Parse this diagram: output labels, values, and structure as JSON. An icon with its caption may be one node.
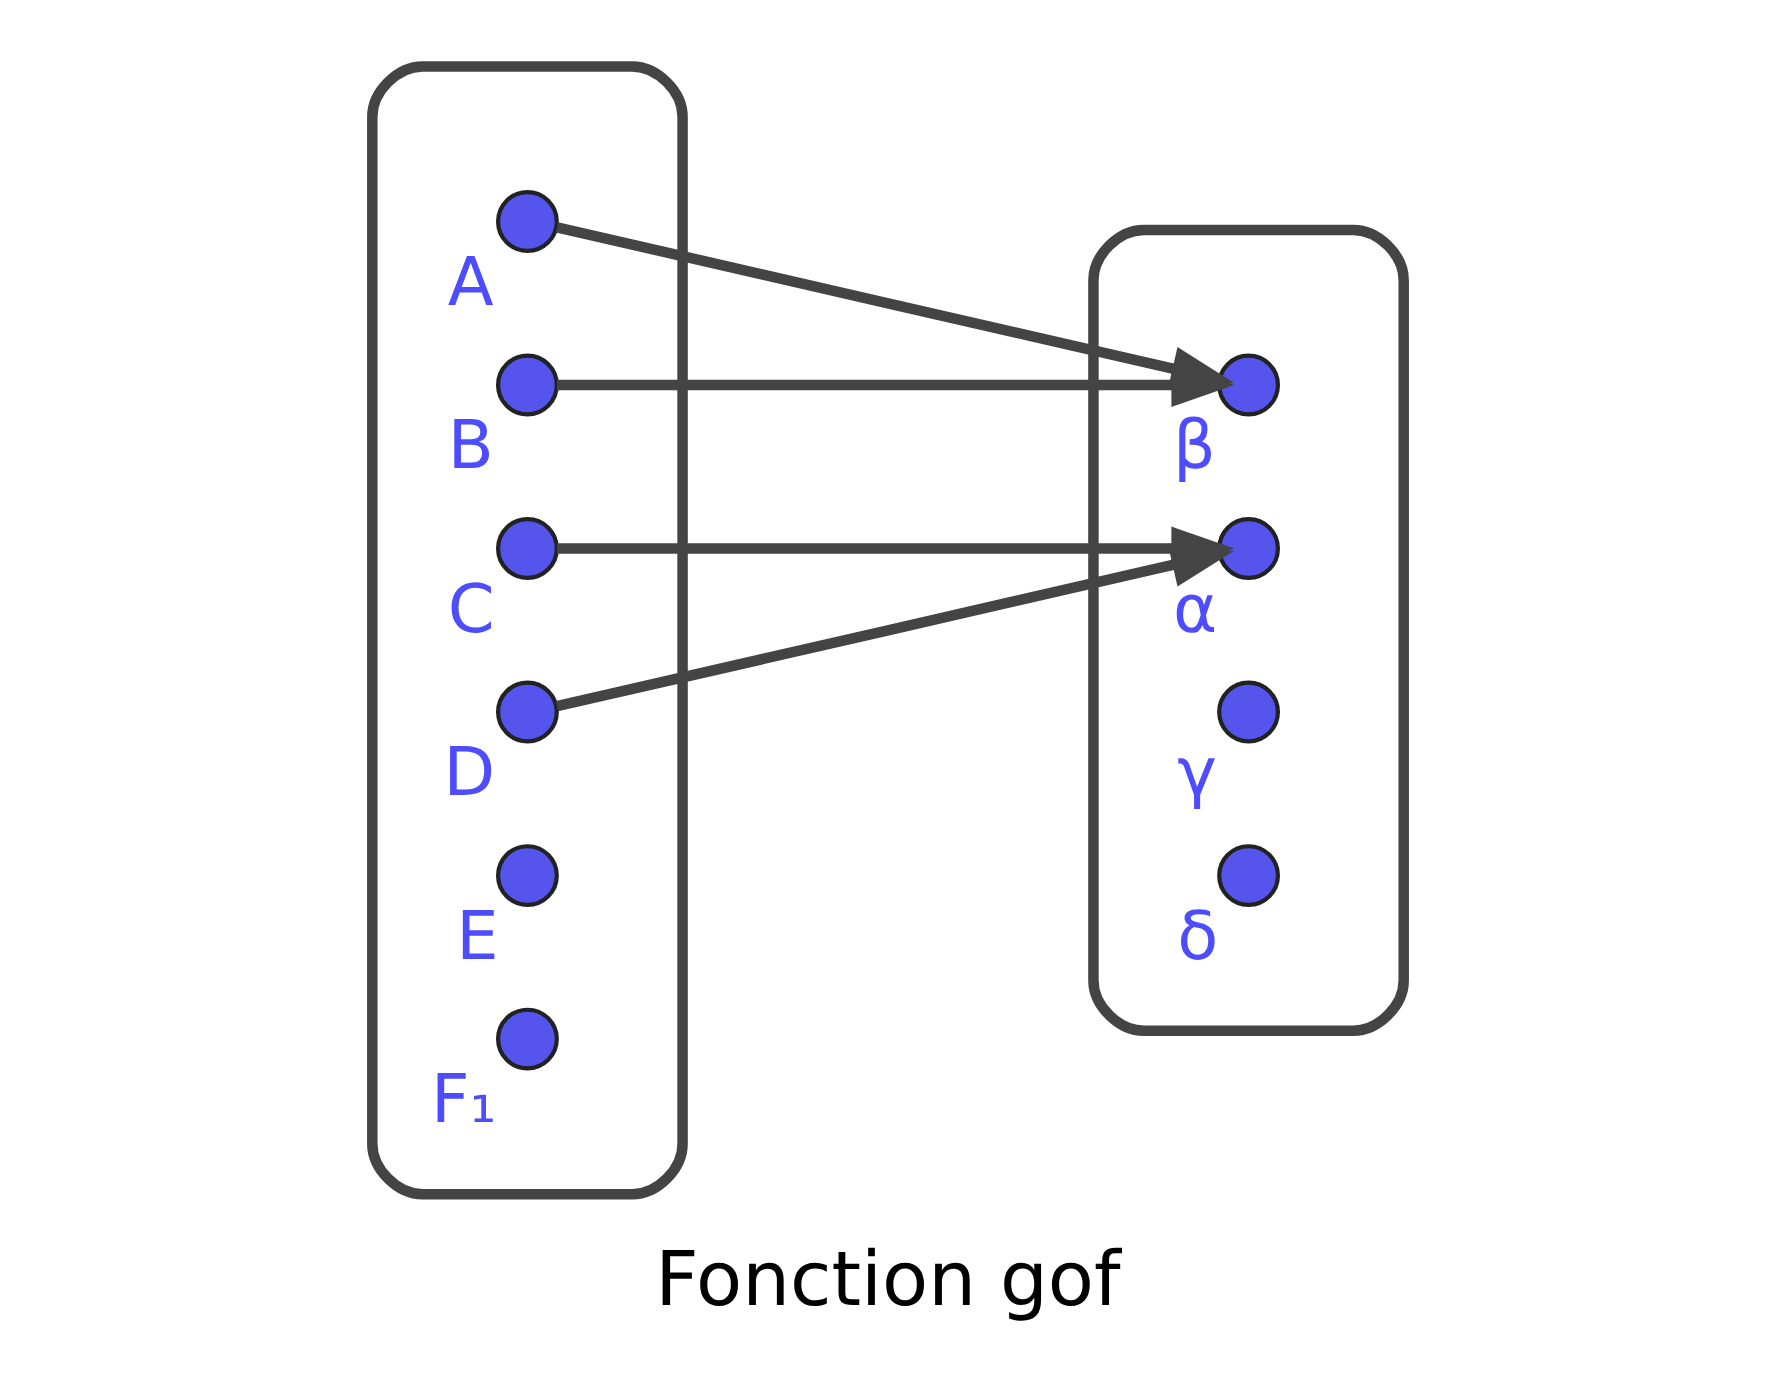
{
  "diagram": {
    "caption": "Fonction gof",
    "nodes": [
      {
        "text": [],
        "shape": "ellipse"
      },
      {
        "text": [
          "A"
        ],
        "in": 0
      },
      {
        "text": [
          "B"
        ],
        "in": 0
      },
      {
        "text": [
          "C"
        ],
        "in": 0
      },
      {
        "text": [
          "D"
        ],
        "in": 0
      },
      {
        "text": [
          "E"
        ],
        "in": 0
      },
      {
        "text": [
          "F₁"
        ],
        "in": 0
      },
      {
        "text": [],
        "shape": "ellipse"
      },
      {
        "text": [
          "α"
        ],
        "in": 7
      },
      {
        "text": [
          "β"
        ],
        "in": 7
      },
      {
        "text": [
          "γ"
        ],
        "in": 7
      },
      {
        "text": [
          "δ"
        ],
        "in": 7
      }
    ],
    "edges": [
      {
        "from": 1,
        "to": 9,
        "arrow": "to"
      },
      {
        "from": 2,
        "to": 9,
        "arrow": "to"
      },
      {
        "from": 3,
        "to": 8,
        "arrow": "to"
      },
      {
        "from": 4,
        "to": 8,
        "arrow": "to"
      }
    ]
  }
}
